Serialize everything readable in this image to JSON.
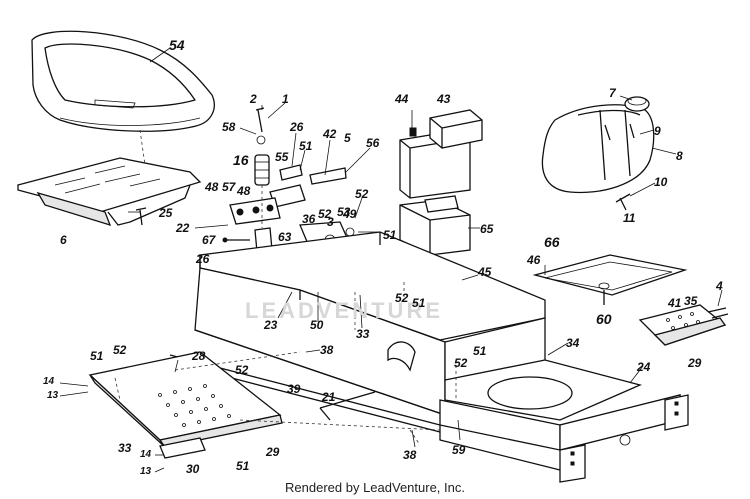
{
  "footer": {
    "text": "Rendered by LeadVenture, Inc."
  },
  "watermark": {
    "text": "LEADVENTURE"
  },
  "callouts": [
    {
      "id": "54",
      "label": "54"
    },
    {
      "id": "6",
      "label": "6"
    },
    {
      "id": "25",
      "label": "25"
    },
    {
      "id": "2",
      "label": "2"
    },
    {
      "id": "1",
      "label": "1"
    },
    {
      "id": "58",
      "label": "58"
    },
    {
      "id": "16",
      "label": "16"
    },
    {
      "id": "55",
      "label": "55"
    },
    {
      "id": "26a",
      "label": "26"
    },
    {
      "id": "51a",
      "label": "51"
    },
    {
      "id": "42",
      "label": "42"
    },
    {
      "id": "5",
      "label": "5"
    },
    {
      "id": "56",
      "label": "56"
    },
    {
      "id": "48a",
      "label": "48"
    },
    {
      "id": "57",
      "label": "57"
    },
    {
      "id": "48b",
      "label": "48"
    },
    {
      "id": "22",
      "label": "22"
    },
    {
      "id": "36",
      "label": "36"
    },
    {
      "id": "52a",
      "label": "52"
    },
    {
      "id": "53",
      "label": "53"
    },
    {
      "id": "3",
      "label": "3"
    },
    {
      "id": "49",
      "label": "49"
    },
    {
      "id": "52b",
      "label": "52"
    },
    {
      "id": "51b",
      "label": "51"
    },
    {
      "id": "67",
      "label": "67"
    },
    {
      "id": "63",
      "label": "63"
    },
    {
      "id": "26b",
      "label": "26"
    },
    {
      "id": "44",
      "label": "44"
    },
    {
      "id": "43",
      "label": "43"
    },
    {
      "id": "65",
      "label": "65"
    },
    {
      "id": "7",
      "label": "7"
    },
    {
      "id": "9",
      "label": "9"
    },
    {
      "id": "8",
      "label": "8"
    },
    {
      "id": "10",
      "label": "10"
    },
    {
      "id": "11",
      "label": "11"
    },
    {
      "id": "66",
      "label": "66"
    },
    {
      "id": "46",
      "label": "46"
    },
    {
      "id": "45",
      "label": "45"
    },
    {
      "id": "52c",
      "label": "52"
    },
    {
      "id": "51c",
      "label": "51"
    },
    {
      "id": "60",
      "label": "60"
    },
    {
      "id": "41",
      "label": "41"
    },
    {
      "id": "35",
      "label": "35"
    },
    {
      "id": "4",
      "label": "4"
    },
    {
      "id": "29a",
      "label": "29"
    },
    {
      "id": "23",
      "label": "23"
    },
    {
      "id": "50",
      "label": "50"
    },
    {
      "id": "33a",
      "label": "33"
    },
    {
      "id": "34",
      "label": "34"
    },
    {
      "id": "24",
      "label": "24"
    },
    {
      "id": "51d",
      "label": "51"
    },
    {
      "id": "52d",
      "label": "52"
    },
    {
      "id": "28",
      "label": "28"
    },
    {
      "id": "38a",
      "label": "38"
    },
    {
      "id": "14a",
      "label": "14"
    },
    {
      "id": "13a",
      "label": "13"
    },
    {
      "id": "52e",
      "label": "52"
    },
    {
      "id": "39",
      "label": "39"
    },
    {
      "id": "21",
      "label": "21"
    },
    {
      "id": "52f",
      "label": "52"
    },
    {
      "id": "51e",
      "label": "51"
    },
    {
      "id": "33b",
      "label": "33"
    },
    {
      "id": "14b",
      "label": "14"
    },
    {
      "id": "13b",
      "label": "13"
    },
    {
      "id": "30",
      "label": "30"
    },
    {
      "id": "51f",
      "label": "51"
    },
    {
      "id": "29b",
      "label": "29"
    },
    {
      "id": "38b",
      "label": "38"
    },
    {
      "id": "59",
      "label": "59"
    }
  ]
}
